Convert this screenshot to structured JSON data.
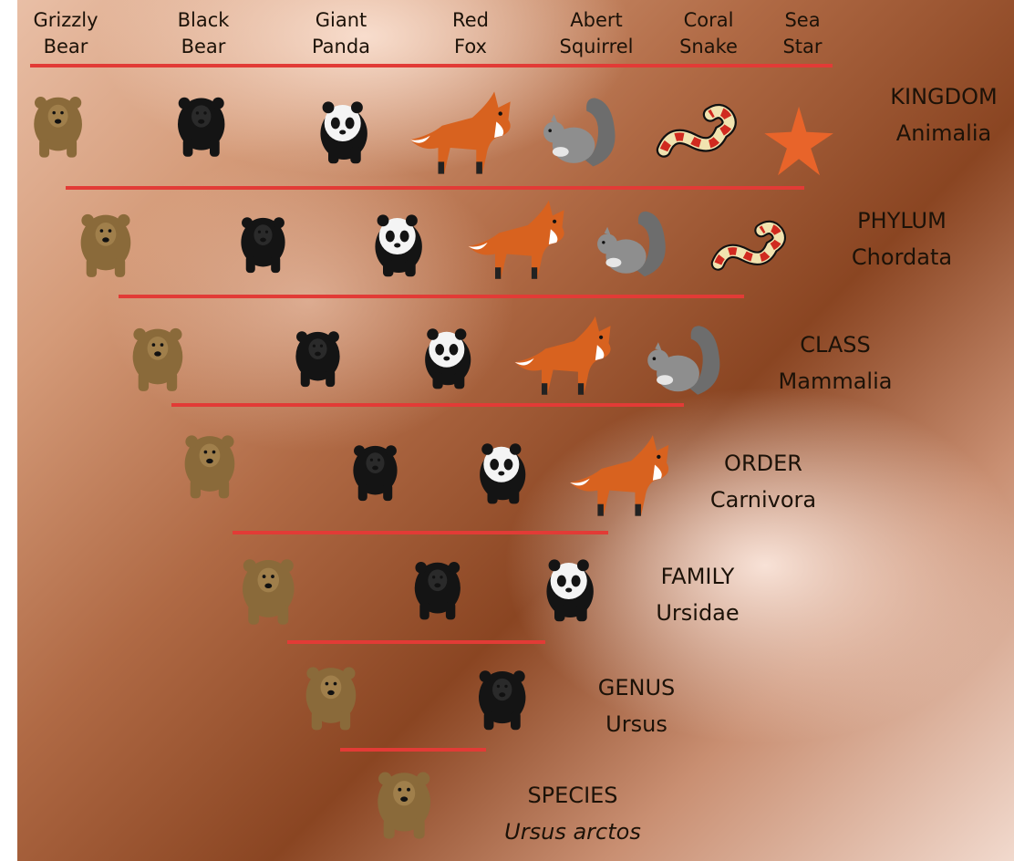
{
  "columns": [
    {
      "line1": "Grizzly",
      "line2": "Bear"
    },
    {
      "line1": "Black",
      "line2": "Bear"
    },
    {
      "line1": "Giant",
      "line2": "Panda"
    },
    {
      "line1": "Red",
      "line2": "Fox"
    },
    {
      "line1": "Abert",
      "line2": "Squirrel"
    },
    {
      "line1": "Coral",
      "line2": "Snake"
    },
    {
      "line1": "Sea",
      "line2": "Star"
    }
  ],
  "ranks": [
    {
      "rank": "KINGDOM",
      "taxon": "Animalia"
    },
    {
      "rank": "PHYLUM",
      "taxon": "Chordata"
    },
    {
      "rank": "CLASS",
      "taxon": "Mammalia"
    },
    {
      "rank": "ORDER",
      "taxon": "Carnivora"
    },
    {
      "rank": "FAMILY",
      "taxon": "Ursidae"
    },
    {
      "rank": "GENUS",
      "taxon": "Ursus"
    },
    {
      "rank": "SPECIES",
      "taxon": "Ursus arctos"
    }
  ],
  "colors": {
    "line": "#e23b36",
    "grizzly": "#8a6a3a",
    "black_bear": "#141414",
    "panda_white": "#f4f4f4",
    "fox": "#d8621f",
    "squirrel": "#8e8e8e",
    "snake_red": "#d02a20",
    "snake_yellow": "#f1e3b0",
    "star": "#e8642a"
  }
}
